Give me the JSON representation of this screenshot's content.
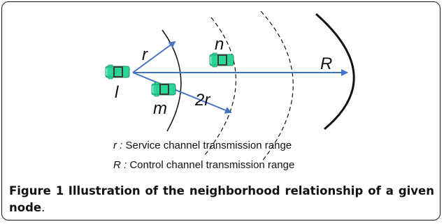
{
  "labels": {
    "r": "r",
    "two_r": "2r",
    "R": "R",
    "node_l": "l",
    "node_m": "m",
    "node_n": "n"
  },
  "legend": [
    {
      "symbol": "r :",
      "text": "Service channel transmission range"
    },
    {
      "symbol": "R :",
      "text": "Control channel transmission range"
    }
  ],
  "caption": {
    "label": "Figure 1",
    "text": "Illustration of the neighborhood relationship of a given node",
    "end": "."
  },
  "colors": {
    "arrow": "#4472c4",
    "car_body": "#2bd596",
    "car_dark": "#3a3a3a",
    "arc": "#111111"
  }
}
